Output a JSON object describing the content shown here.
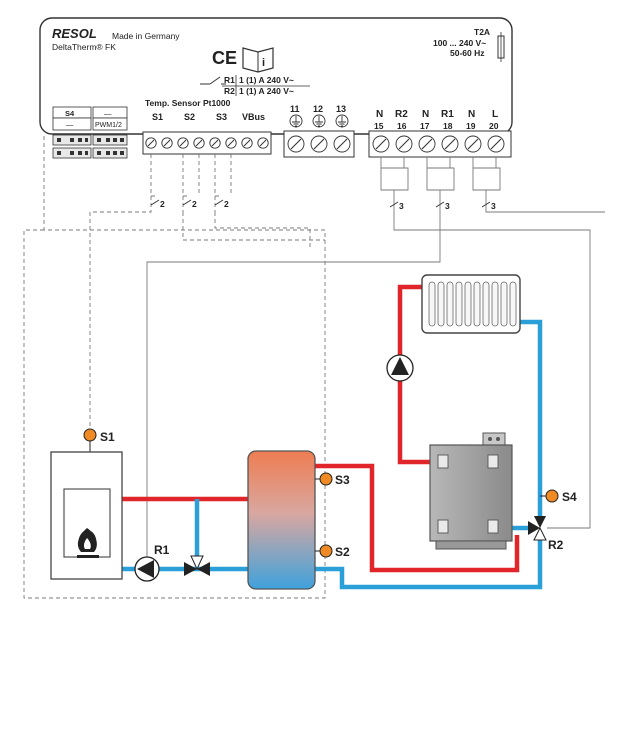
{
  "controller": {
    "brand": "RESOL",
    "made_in": "Made in Germany",
    "model": "DeltaTherm® FK",
    "ce_mark": "CE",
    "info_icon": "info-book-icon",
    "relay_r1": "R1",
    "relay_r1_rating": "1 (1) A 240 V~",
    "relay_r2": "R2",
    "relay_r2_rating": "1 (1) A 240 V~",
    "fuse": "T2A",
    "voltage": "100 ... 240 V~",
    "frequency": "50-60 Hz",
    "sensor_header": "Temp. Sensor Pt1000",
    "s4_label": "S4",
    "s4_dash": "—",
    "pwm_dash": "—",
    "pwm_label": "PWM1/2",
    "sensor_terminals": [
      "S1",
      "S2",
      "S3",
      "VBus"
    ],
    "ground_terminals": [
      "11",
      "12",
      "13"
    ],
    "power_terminal_letters": [
      "N",
      "R2",
      "N",
      "R1",
      "N",
      "L"
    ],
    "power_terminal_numbers": [
      "15",
      "16",
      "17",
      "18",
      "19",
      "20"
    ],
    "wire_counts_sensors": [
      "2",
      "2",
      "2"
    ],
    "wire_counts_power": [
      "3",
      "3",
      "3"
    ]
  },
  "system": {
    "sensor_s1": "S1",
    "sensor_s2": "S2",
    "sensor_s3": "S3",
    "sensor_s4": "S4",
    "relay_r1": "R1",
    "relay_r2": "R2"
  },
  "colors": {
    "hot_pipe": "#e0262b",
    "cold_pipe": "#2a9fd8",
    "sensor": "#f08a24",
    "wire": "#7a7a7a"
  }
}
